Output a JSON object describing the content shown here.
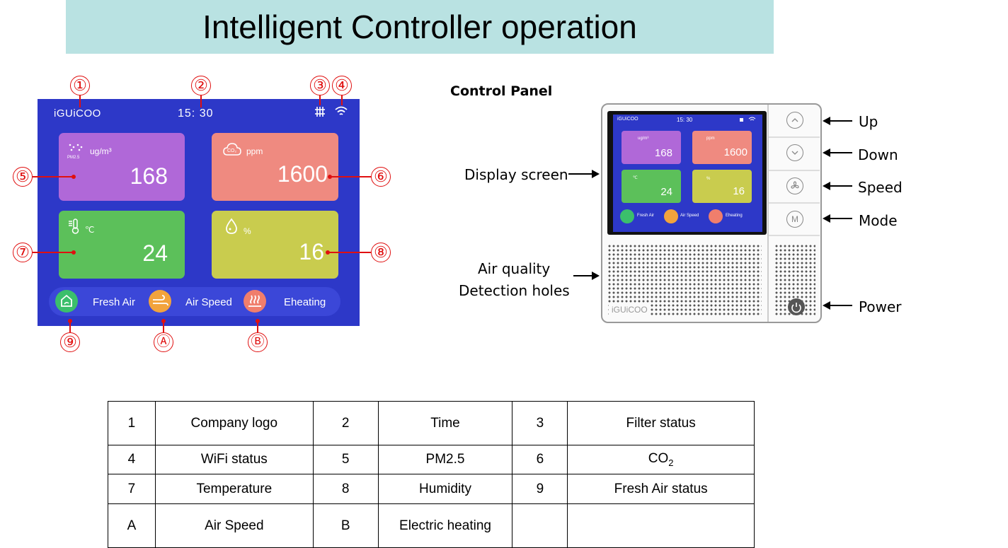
{
  "title": "Intelligent Controller operation",
  "screen": {
    "logo": "iGUiCOO",
    "time": "15: 30",
    "pm_unit": "ug/m³",
    "pm_tag": "PM2.5",
    "pm_value": "168",
    "co2_tag": "CO₂",
    "co2_unit": "ppm",
    "co2_value": "1600",
    "temp_unit": "℃",
    "temp_value": "24",
    "hum_unit": "%",
    "hum_value": "16",
    "fresh_air": "Fresh Air",
    "air_speed": "Air Speed",
    "heating": "Eheating",
    "callouts": [
      "①",
      "②",
      "③",
      "④",
      "⑤",
      "⑥",
      "⑦",
      "⑧",
      "⑨",
      "Ⓐ",
      "Ⓑ"
    ]
  },
  "panel": {
    "title": "Control Panel",
    "display_screen": "Display screen",
    "air_quality_1": "Air quality",
    "air_quality_2": "Detection holes",
    "up": "Up",
    "down": "Down",
    "speed": "Speed",
    "mode": "Mode",
    "power": "Power",
    "mode_btn": "M",
    "logo": "iGUiCOO"
  },
  "table": {
    "rows": [
      [
        "1",
        "Company logo",
        "2",
        "Time",
        "3",
        "Filter status"
      ],
      [
        "4",
        "WiFi status",
        "5",
        "PM2.5",
        "6",
        "CO"
      ],
      [
        "7",
        "Temperature",
        "8",
        "Humidity",
        "9",
        "Fresh Air status"
      ],
      [
        "A",
        "Air Speed",
        "B",
        "Electric heating",
        "",
        ""
      ]
    ],
    "co2_sub": "2"
  },
  "colors": {
    "title_band": "#b9e2e2",
    "screen_bg": "#2d38c8",
    "pm_card": "#b068d8",
    "co2_card": "#ef8a80",
    "temp_card": "#5cc05a",
    "hum_card": "#c9cc4e",
    "callout": "#e01010"
  }
}
